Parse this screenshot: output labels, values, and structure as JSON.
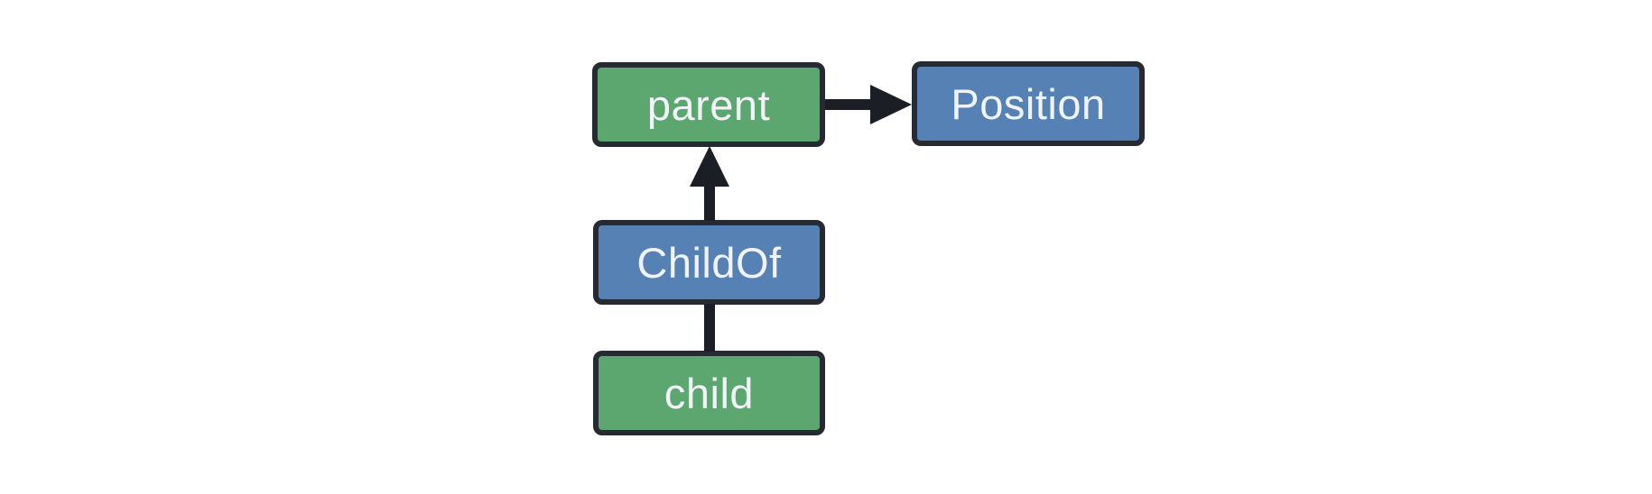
{
  "diagram": {
    "colors": {
      "background": "#ffffff",
      "node_border": "#262a33",
      "edge": "#1b1e24",
      "text": "#f1f3f8",
      "entity_fill": "#5ca770",
      "component_fill": "#5581b5"
    },
    "nodes": {
      "parent": {
        "label": "parent",
        "fill": "#5ca770"
      },
      "position": {
        "label": "Position",
        "fill": "#5581b5"
      },
      "childof": {
        "label": "ChildOf",
        "fill": "#5581b5"
      },
      "child": {
        "label": "child",
        "fill": "#5ca770"
      }
    },
    "edges": [
      {
        "from": "parent",
        "to": "Position",
        "style": "arrow"
      },
      {
        "from": "ChildOf",
        "to": "parent",
        "style": "arrow"
      },
      {
        "from": "child",
        "to": "ChildOf",
        "style": "line"
      }
    ]
  }
}
